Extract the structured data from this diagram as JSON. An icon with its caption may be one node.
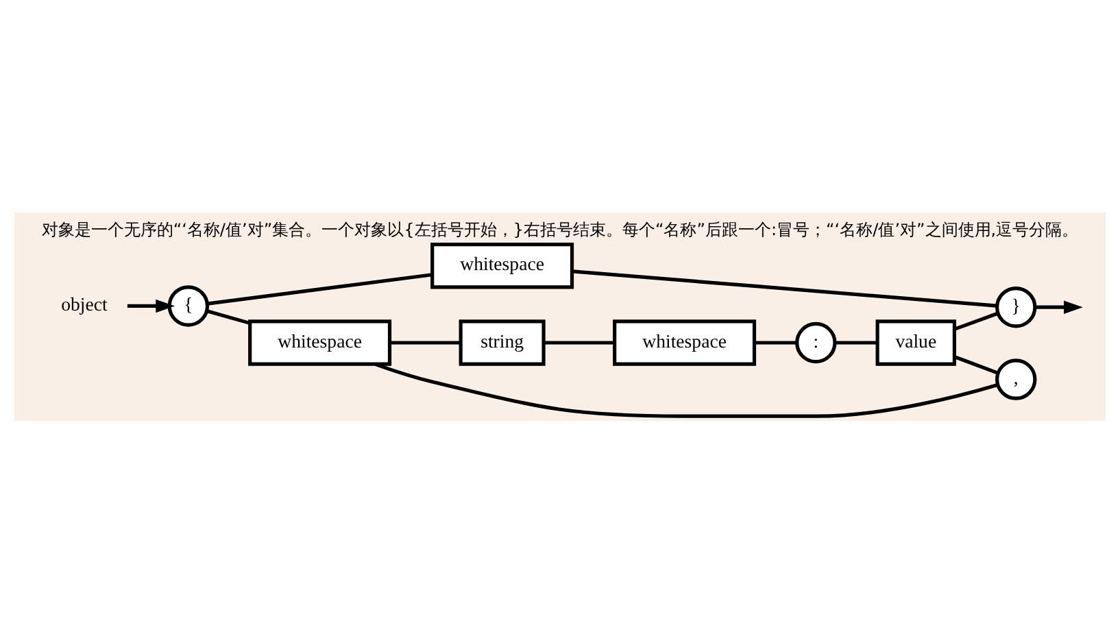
{
  "diagram": {
    "title": "对象是一个无序的“‘名称/值’对”集合。一个对象以{左括号开始，}右括号结束。每个“名称”后跟一个:冒号；“‘名称/值’对”之间使用,逗号分隔。",
    "nodes": [
      {
        "text": [
          "object"
        ]
      },
      {
        "text": [
          "{"
        ]
      },
      {
        "text": [
          "whitespace"
        ]
      },
      {
        "text": [
          "}"
        ]
      },
      {
        "text": [
          ","
        ]
      },
      {
        "text": [
          "whitespace"
        ]
      },
      {
        "text": [
          "string"
        ]
      },
      {
        "text": [
          "whitespace"
        ]
      },
      {
        "text": [
          ":"
        ]
      },
      {
        "text": [
          "value"
        ]
      }
    ],
    "edges": [
      {
        "from": 0,
        "to": 1,
        "arrow": "to"
      },
      {
        "from": 1,
        "to": 2,
        "arrow": "none"
      },
      {
        "from": 2,
        "to": 3,
        "arrow": "none"
      },
      {
        "from": 1,
        "to": 5,
        "arrow": "none"
      },
      {
        "from": 4,
        "to": 5,
        "arrow": "none"
      },
      {
        "from": 5,
        "to": 6,
        "arrow": "none"
      },
      {
        "from": 6,
        "to": 7,
        "arrow": "none"
      },
      {
        "from": 7,
        "to": 8,
        "arrow": "none"
      },
      {
        "from": 8,
        "to": 9,
        "arrow": "none"
      },
      {
        "from": 9,
        "to": 3,
        "arrow": "none"
      },
      {
        "from": 9,
        "to": 4,
        "arrow": "none"
      },
      {
        "from": 3,
        "to": null,
        "arrow": "to"
      }
    ]
  }
}
